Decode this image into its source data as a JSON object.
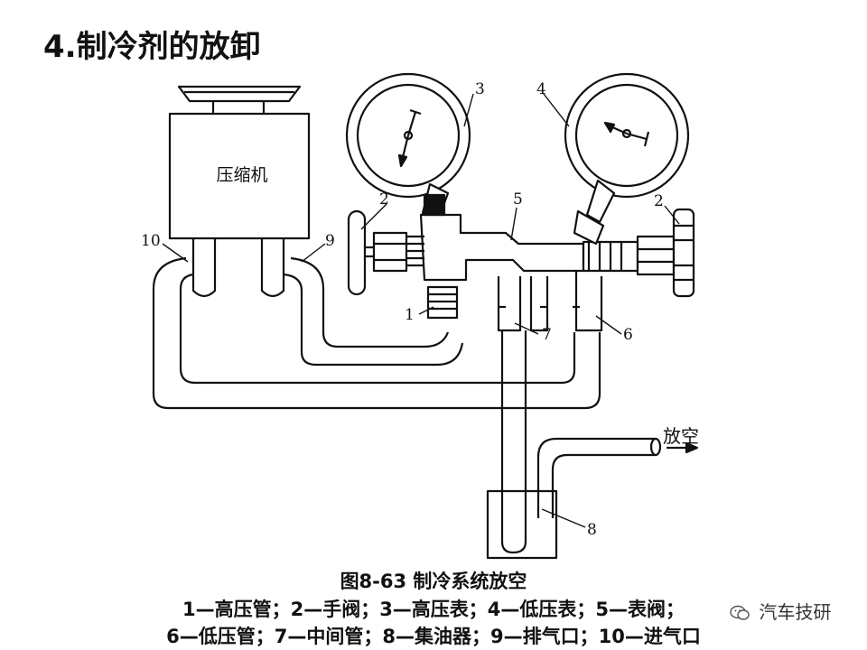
{
  "slide": {
    "title": "4.制冷剂的放卸"
  },
  "figure": {
    "compressor_label": "压缩机",
    "vent_label": "放空",
    "callouts": {
      "n1": "1",
      "n2a": "2",
      "n2b": "2",
      "n3": "3",
      "n4": "4",
      "n5": "5",
      "n6": "6",
      "n7": "7",
      "n8": "8",
      "n9": "9",
      "n10": "10"
    },
    "caption": "图8-63 制冷系统放空",
    "legend_line1": "1—高压管；2—手阀；3—高压表；4—低压表；5—表阀；",
    "legend_line2": "6—低压管；7—中间管；8—集油器；9—排气口；10—进气口"
  },
  "watermark": {
    "text": "汽车技研",
    "icon": "wechat-icon"
  }
}
